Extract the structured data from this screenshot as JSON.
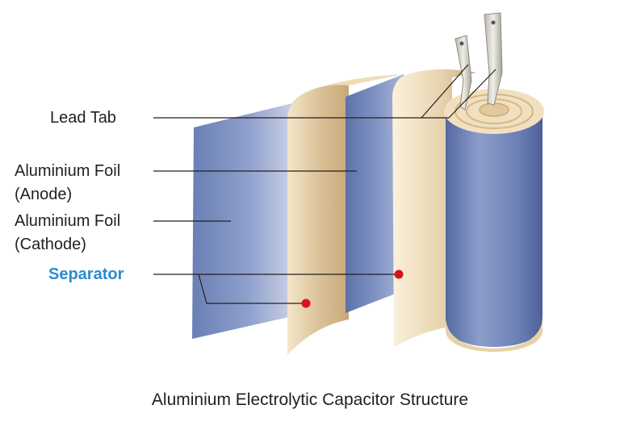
{
  "labels": {
    "lead_tab": "Lead Tab",
    "anode_line1": "Aluminium Foil",
    "anode_line2": "(Anode)",
    "cathode_line1": "Aluminium Foil",
    "cathode_line2": "(Cathode)",
    "separator": "Separator"
  },
  "caption": "Aluminium Electrolytic Capacitor Structure",
  "colors": {
    "foil": "#6f86ba",
    "paper": "#e8d6b4",
    "separator_label": "#2a8ccf",
    "marker": "#d8141b",
    "text": "#231f20"
  }
}
